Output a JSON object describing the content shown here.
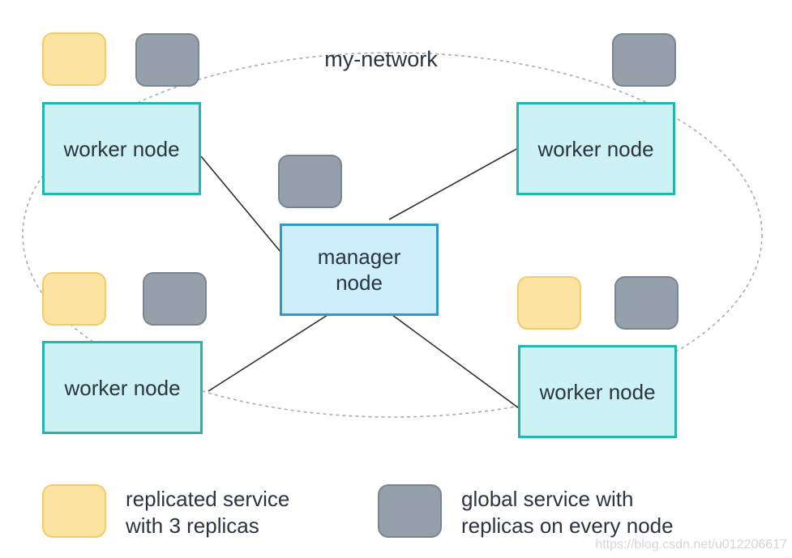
{
  "network": {
    "label": "my-network"
  },
  "nodes": {
    "worker_top_left": "worker node",
    "worker_top_right": "worker node",
    "worker_bottom_left": "worker node",
    "worker_bottom_right": "worker node",
    "manager_line1": "manager",
    "manager_line2": "node"
  },
  "legend": {
    "replicated_line1": "replicated service",
    "replicated_line2": "with 3 replicas",
    "global_line1": "global service with",
    "global_line2": "replicas on every node"
  },
  "watermark": "https://blog.csdn.net/u012206617",
  "colors": {
    "worker_fill": "#cdf2f3",
    "worker_border": "#25b5ad",
    "manager_fill": "#cdeefb",
    "manager_border": "#2f99c7",
    "replicated_service": "#fde3a2",
    "global_service": "#95a0ab",
    "network_outline": "#a7adb3"
  }
}
